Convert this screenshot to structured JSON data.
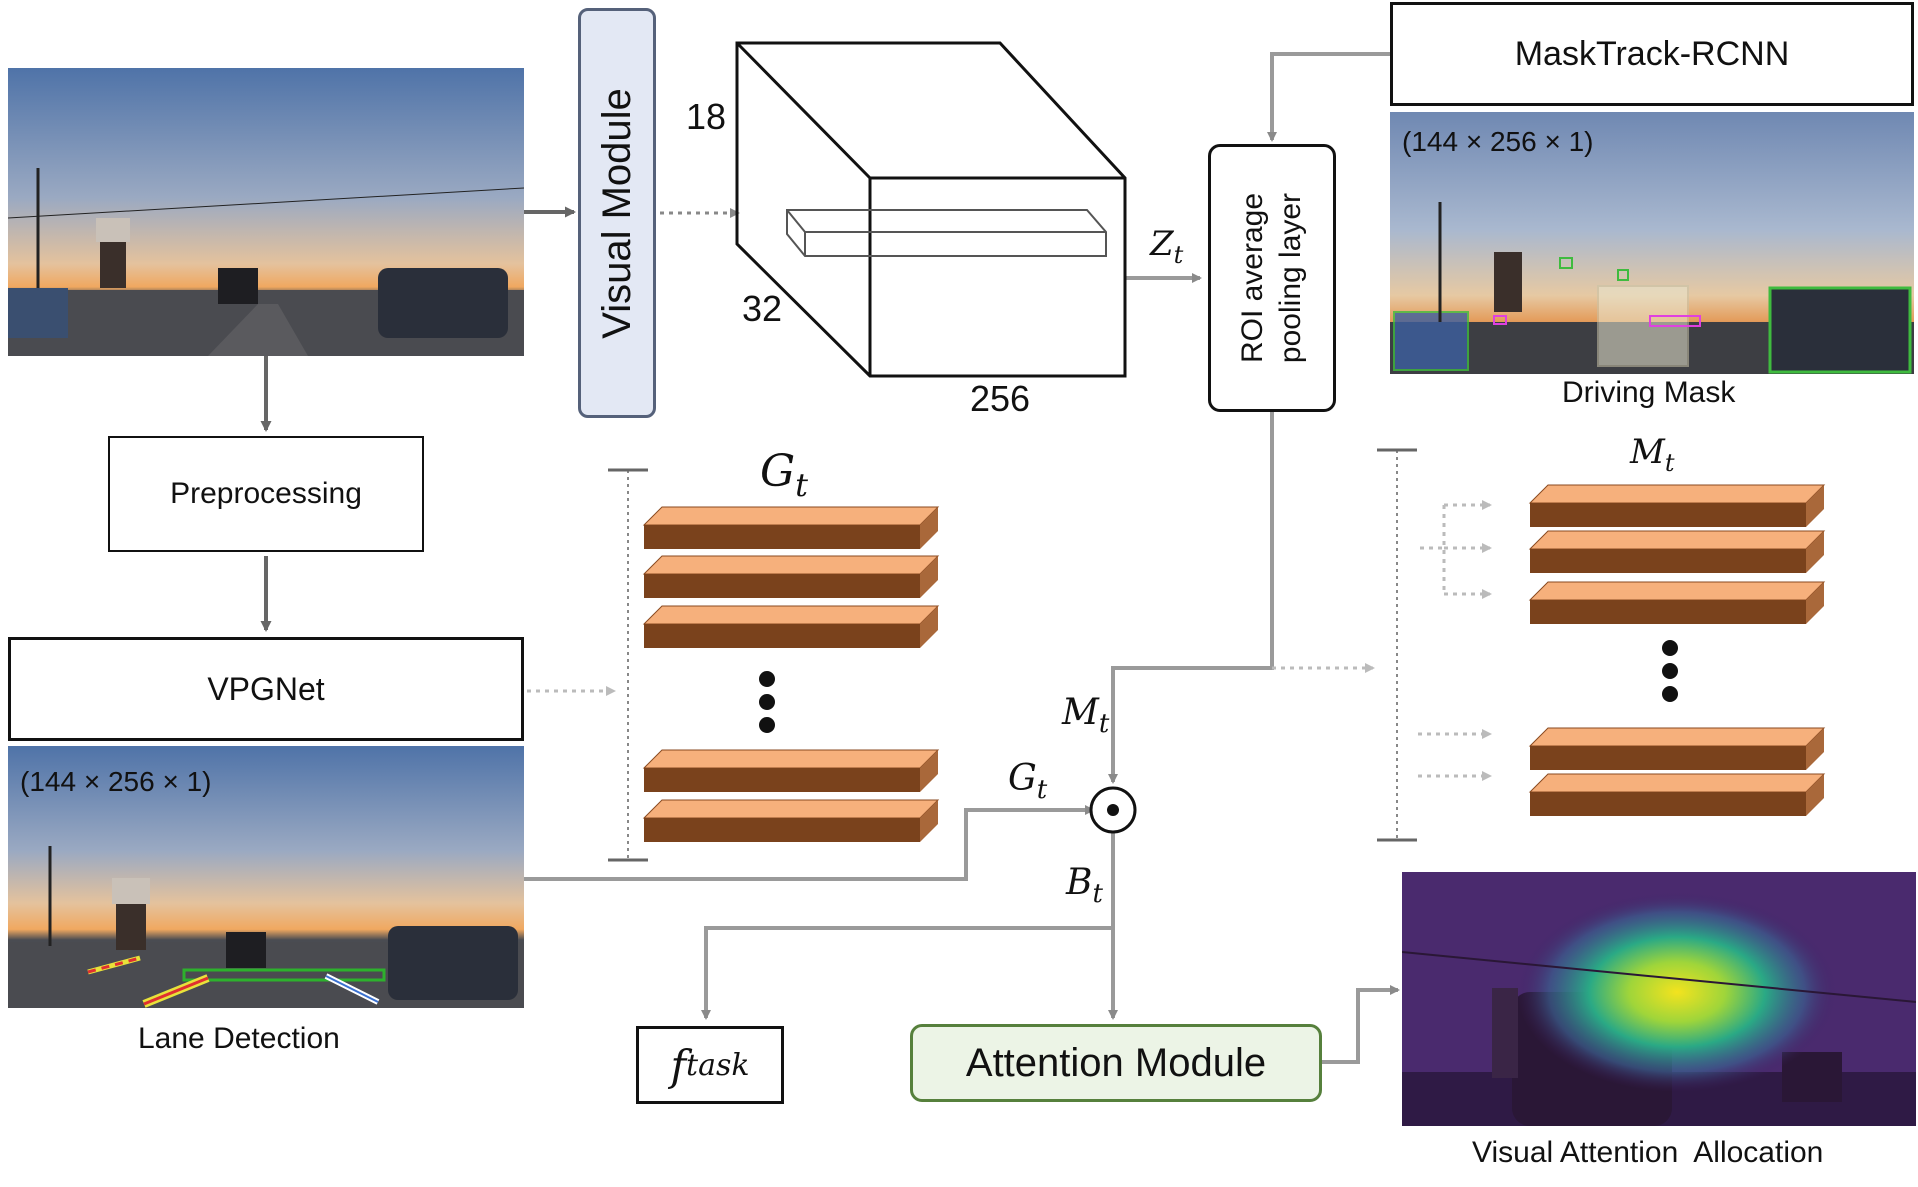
{
  "labels": {
    "visual_module": "Visual Module",
    "dim_18": "18",
    "dim_32": "32",
    "dim_256": "256",
    "preprocessing": "Preprocessing",
    "vpgnet": "VPGNet",
    "lane_detection": "Lane Detection",
    "mask_track": "MaskTrack-RCNN",
    "roi_line1": "ROI average",
    "roi_line2": "pooling layer",
    "driving_mask": "Driving Mask",
    "attention_module": "Attention Module",
    "visual_attention": "Visual Attention  Allocation",
    "shape_top": "(144 × 256 × 1)",
    "shape_bottom": "(144 × 256 × 1)"
  },
  "math": {
    "z": "Z",
    "z_sub": "t",
    "g_stack": "G",
    "g_stack_sub": "t",
    "m_stack": "M",
    "m_stack_sub": "t",
    "m_in": "M",
    "m_in_sub": "t",
    "g_in": "G",
    "g_in_sub": "t",
    "b": "B",
    "b_sub": "t",
    "f": "f",
    "f_sub": "task",
    "odot": "⊙"
  },
  "colors": {
    "visual_module_fill": "#e3e8f4",
    "visual_module_border": "#55617a",
    "attention_fill": "#ecf4e6",
    "attention_border": "#56803c",
    "bar_top": "#f6b07c",
    "bar_front": "#7a421c",
    "arrow": "#9a9a9a"
  }
}
